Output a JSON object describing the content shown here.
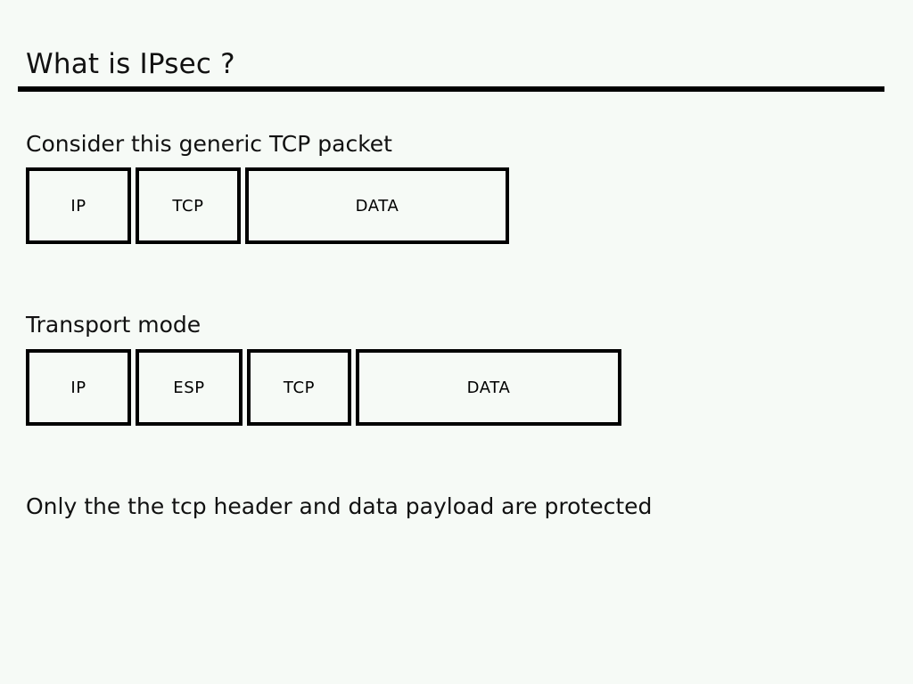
{
  "slide": {
    "title": "What is IPsec ?",
    "background_color": "#f6faf6",
    "rule_color": "#000000",
    "text_color": "#111111"
  },
  "content": {
    "intro_label": "Consider this generic TCP packet",
    "section_label": "Transport mode",
    "note": "Only the the tcp header and data payload are protected"
  },
  "diagrams": {
    "generic_packet": {
      "caption": "Consider this generic TCP packet",
      "fields": [
        {
          "label": "IP"
        },
        {
          "label": "TCP"
        },
        {
          "label": "DATA"
        }
      ]
    },
    "transport_mode_packet": {
      "caption": "Transport mode",
      "fields": [
        {
          "label": "IP"
        },
        {
          "label": "ESP"
        },
        {
          "label": "TCP"
        },
        {
          "label": "DATA"
        }
      ]
    }
  }
}
